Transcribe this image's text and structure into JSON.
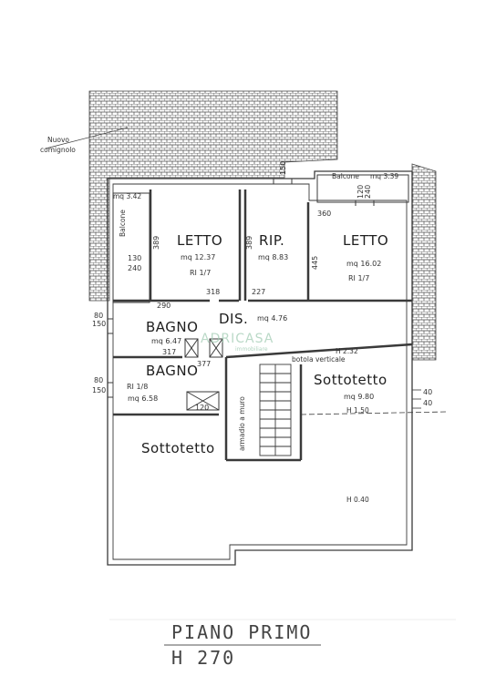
{
  "labels": {
    "nuovo_comignolo": "Nuovo\ncomignolo",
    "nuovo": "Nuovo",
    "comignolo": "comignolo",
    "balcone_right": "Balcone",
    "balcone_right_area": "mq 3.39",
    "balcone_left": "Balcone",
    "balcone_left_area": "mq 3.42",
    "letto1": "LETTO",
    "letto1_area": "mq 12.37",
    "letto1_ri": "RI 1/7",
    "rip": "RIP.",
    "rip_area": "mq 8.83",
    "letto2": "LETTO",
    "letto2_area": "mq 16.02",
    "letto2_ri": "RI 1/7",
    "dis": "DIS.",
    "dis_area": "mq 4.76",
    "bagno1": "BAGNO",
    "bagno1_area": "mq 6.47",
    "bagno2": "BAGNO",
    "bagno2_ri": "RI 1/8",
    "bagno2_area": "mq 6.58",
    "sottotetto_right": "Sottotetto",
    "sottotetto_right_area": "mq 9.80",
    "sottotetto_left": "Sottotetto",
    "h232": "H 2.32",
    "botola": "botola verticale",
    "h150": "H 1.50",
    "h040": "H 0.40",
    "armadio": "armadio a muro",
    "watermark": "ADRICASA",
    "watermark_sub": "immobiliare",
    "title": "PIANO PRIMO",
    "height": "H 270"
  },
  "dims": {
    "d130": "130",
    "d240": "240",
    "d389a": "389",
    "d389b": "389",
    "d318": "318",
    "d227": "227",
    "d290": "290",
    "d150top": "150",
    "d120top": "120",
    "d240top": "240",
    "d360": "360",
    "d445": "445",
    "d80a": "80",
    "d150a": "150",
    "d317": "317",
    "d377": "377",
    "d80b": "80",
    "d150b": "150",
    "d120": "120",
    "d40a": "40",
    "d40b": "40"
  },
  "colors": {
    "wall": "#3a3a3a",
    "roof": "#5a5a5a",
    "text": "#2a2a2a",
    "watermark": "#9dc9b0"
  }
}
